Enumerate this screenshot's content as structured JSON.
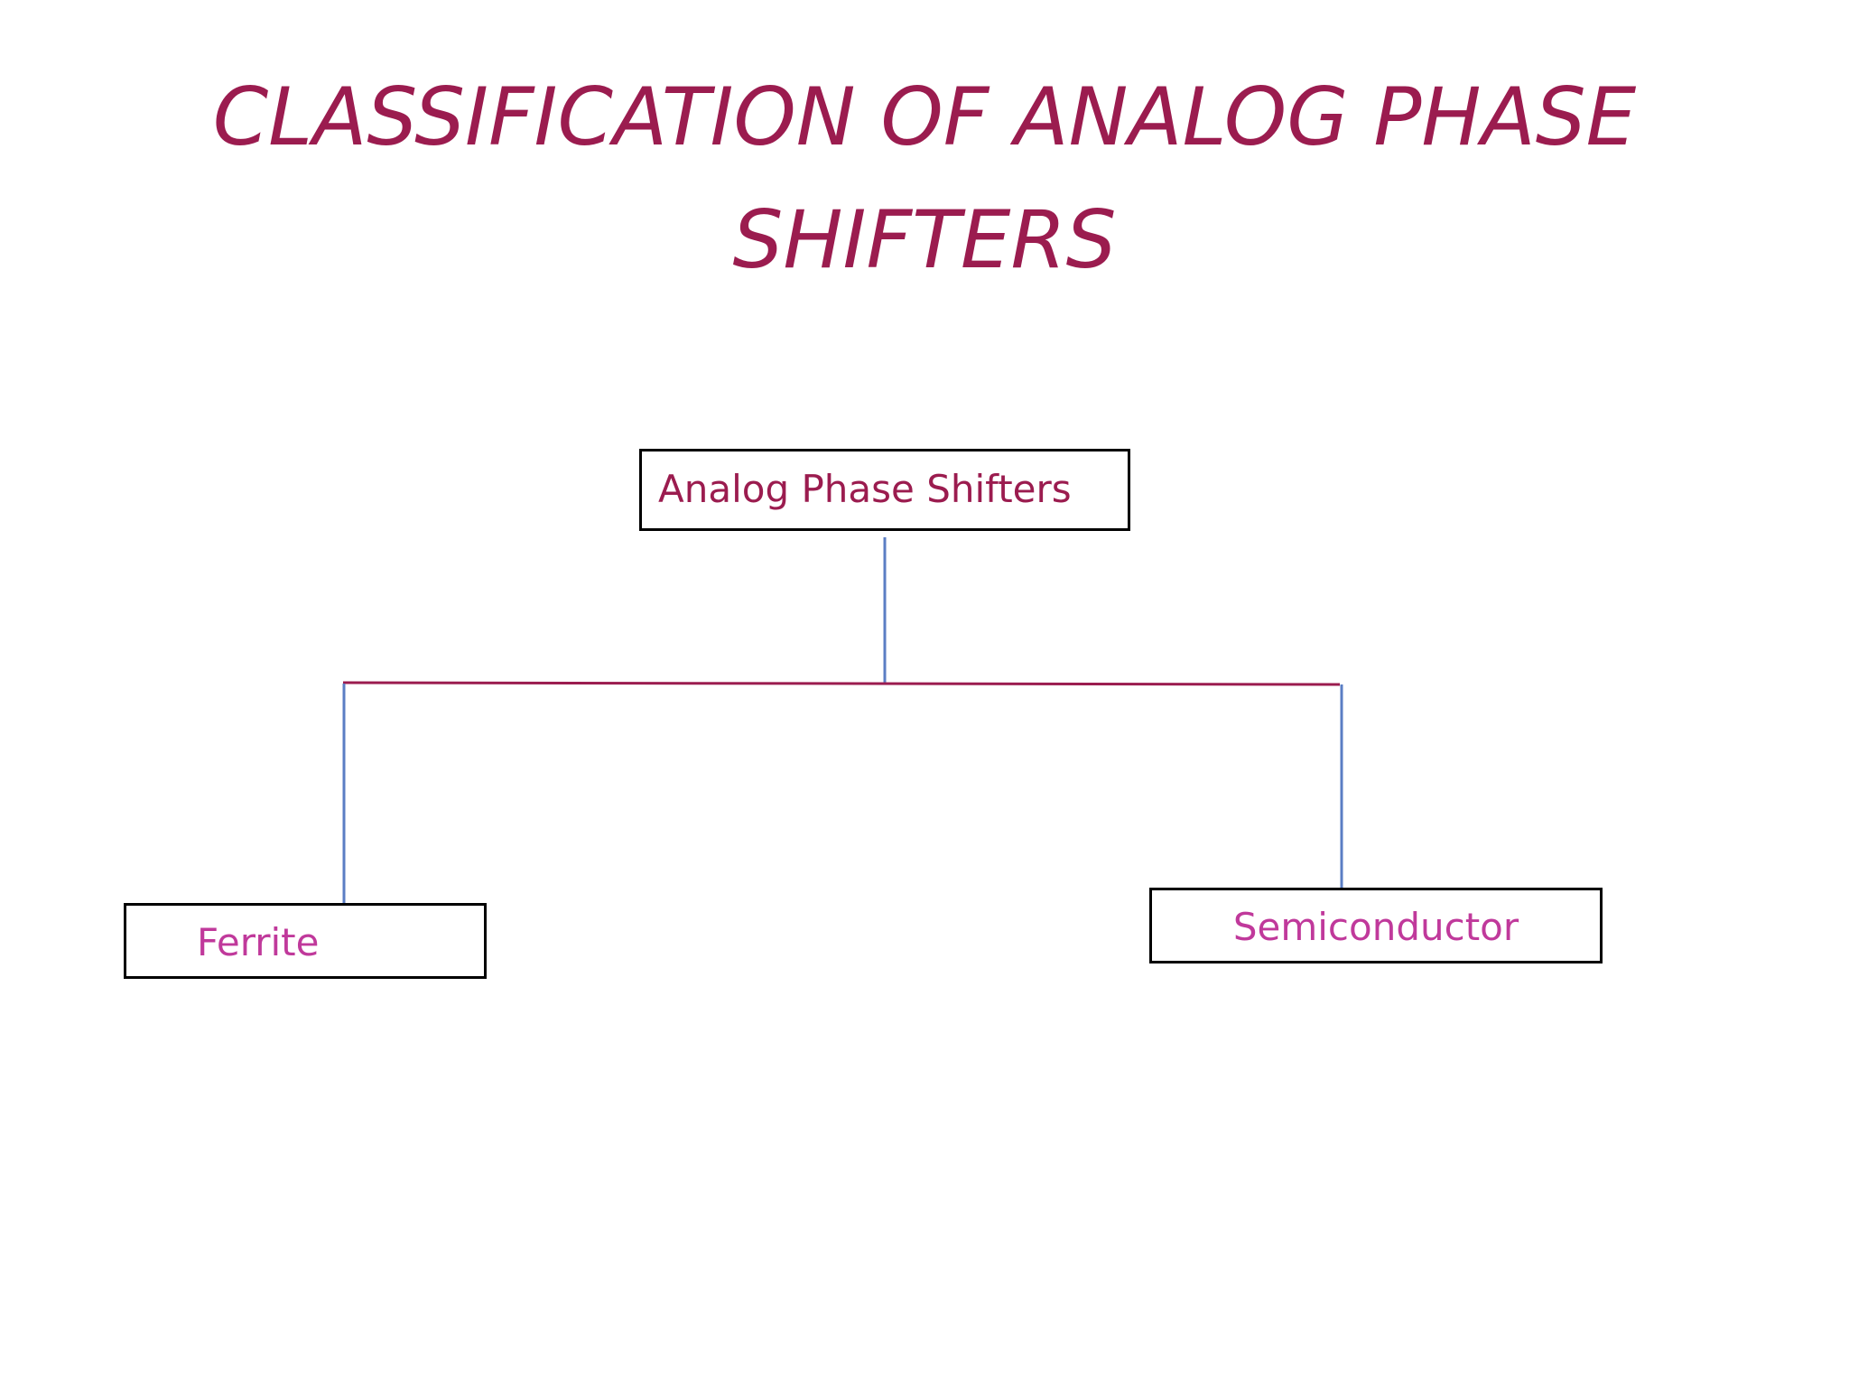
{
  "slide": {
    "title_line1": "CLASSIFICATION OF ANALOG PHASE",
    "title_line2": "SHIFTERS"
  },
  "diagram": {
    "root": {
      "label": "Analog Phase Shifters"
    },
    "children": [
      {
        "label": "Ferrite"
      },
      {
        "label": "Semiconductor"
      }
    ]
  },
  "colors": {
    "title": "#9b1c4f",
    "root_text": "#9b1c4f",
    "child_text": "#c0399b",
    "vertical_connector": "#5b7ec4",
    "horizontal_connector": "#9b1c4f",
    "box_border": "#000000"
  }
}
